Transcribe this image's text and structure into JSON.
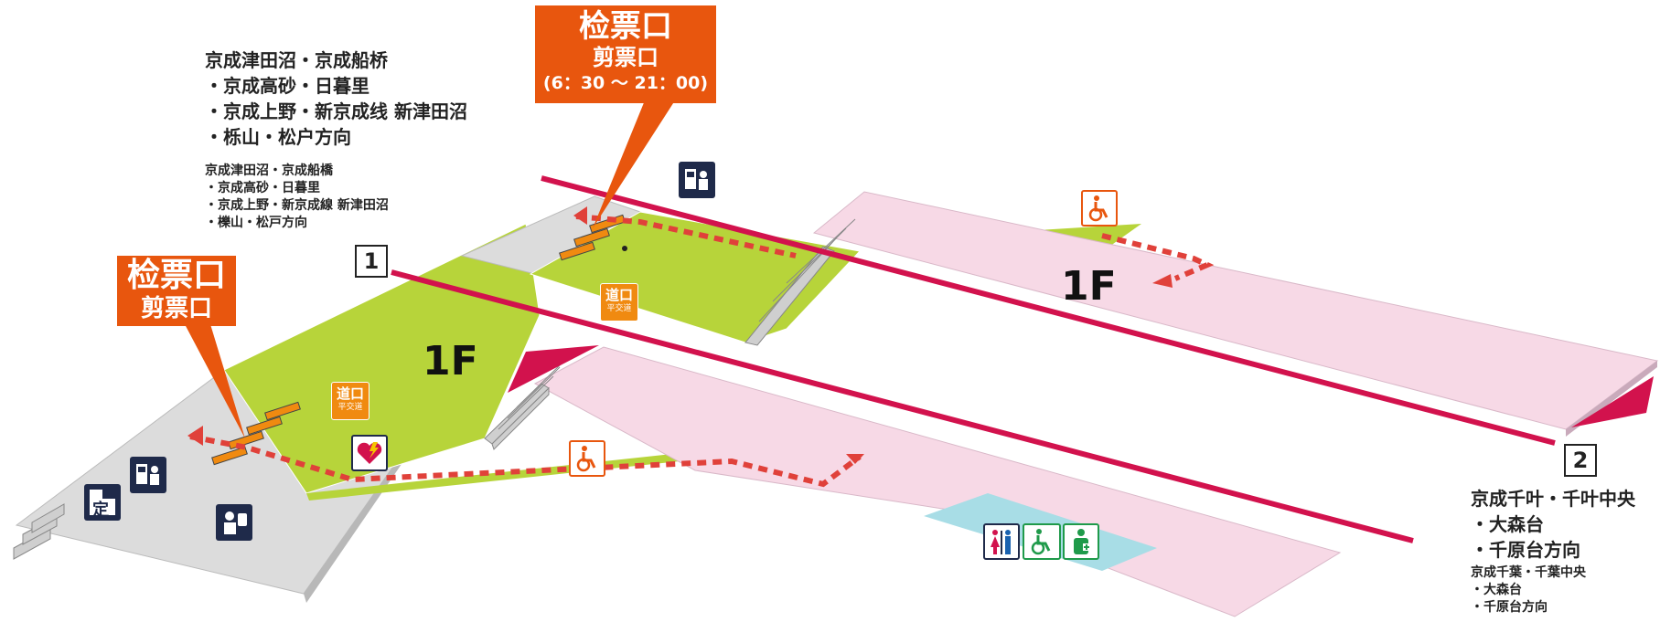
{
  "map": {
    "colors": {
      "platform": "#f7d9e6",
      "concourse": "#b7d43a",
      "ground": "#dcdcdc",
      "track": "#d2124d",
      "route": "#e0413a",
      "gate_box": "#e8560e",
      "crossing": "#f08a10",
      "restroom_area": "#a8dde6"
    },
    "platform1": {
      "number": "1",
      "dest_zh": [
        "京成津田沼・京成船桥",
        "・京成高砂・日暮里",
        "・京成上野・新京成线 新津田沼",
        "・栎山・松户方向"
      ],
      "dest_jp": [
        "京成津田沼・京成船橋",
        "・京成高砂・日暮里",
        "・京成上野・新京成線 新津田沼",
        "・櫟山・松戸方向"
      ]
    },
    "platform2": {
      "number": "2",
      "dest_zh": [
        "京成千叶・千叶中央",
        "・大森台",
        "・千原台方向"
      ],
      "dest_jp": [
        "京成千葉・千葉中央",
        "・大森台",
        "・千原台方向"
      ]
    },
    "gate_north": {
      "jp": "检票口",
      "zh": "剪票口",
      "hours": "(6：30 ～ 21：00)"
    },
    "gate_south": {
      "jp": "检票口",
      "zh": "剪票口"
    },
    "floor_label": "1F",
    "crossing_label": {
      "main": "道口",
      "sub": "平交道"
    },
    "icons": [
      "ticket-machine-icon",
      "wheelchair-icon",
      "restroom-icon",
      "accessible-restroom-icon",
      "ostomate-icon",
      "aed-icon",
      "commuter-pass-icon",
      "station-staff-icon",
      "stairs-icon"
    ],
    "pass_icon_label": "定"
  }
}
